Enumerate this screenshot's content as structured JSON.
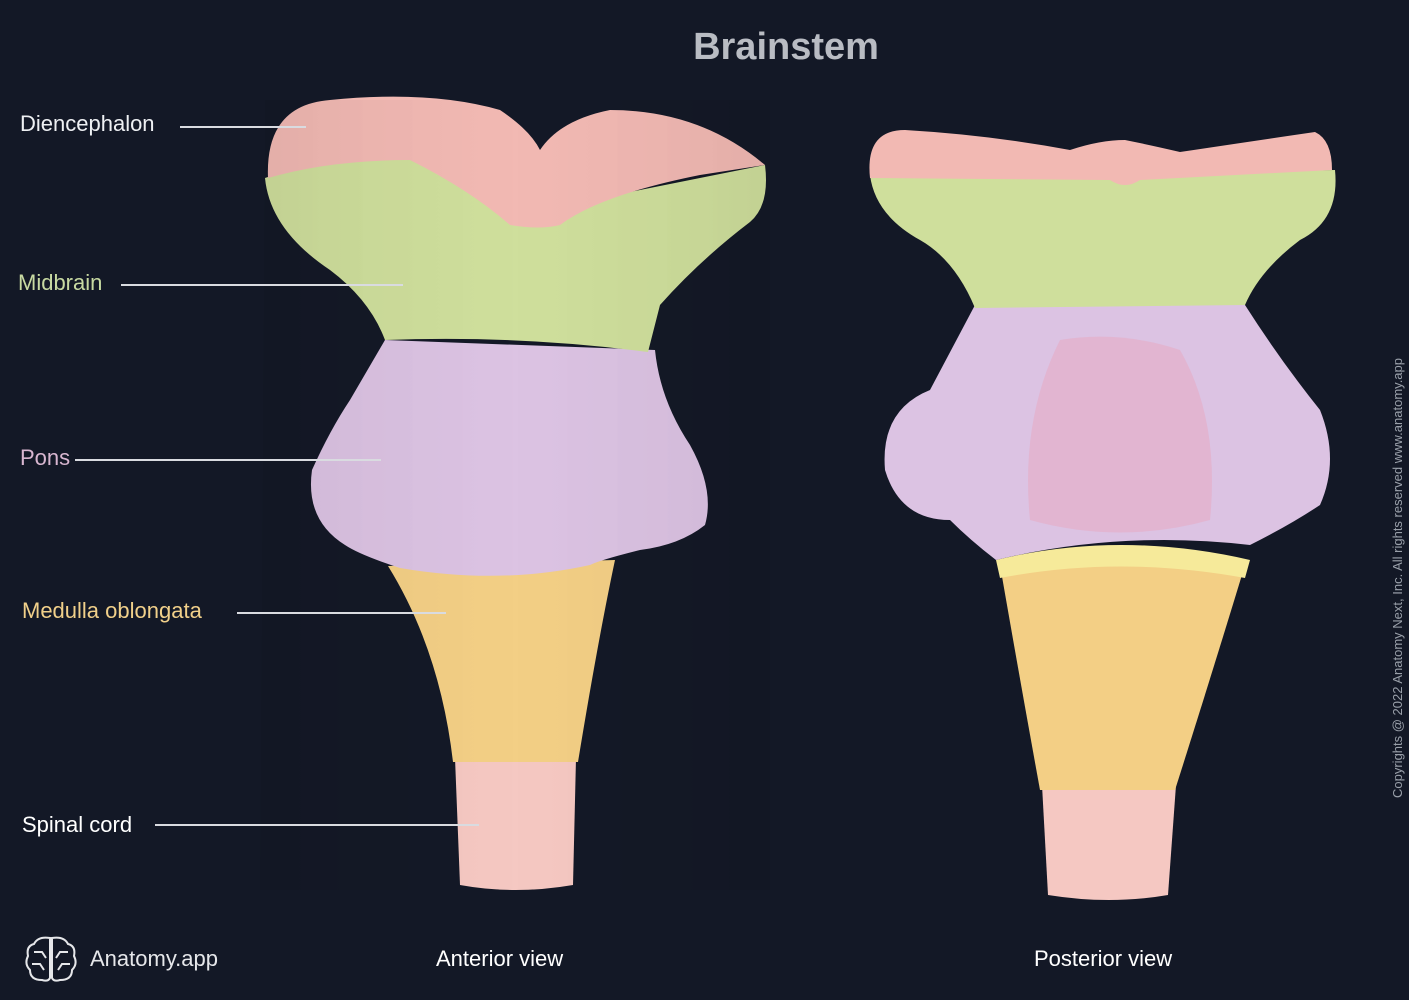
{
  "title": "Brainstem",
  "labels": [
    {
      "text": "Diencephalon",
      "color": "#eef0f3"
    },
    {
      "text": "Midbrain",
      "color": "#c8daa2"
    },
    {
      "text": "Pons",
      "color": "#d8b6d0"
    },
    {
      "text": "Medulla oblongata",
      "color": "#f1d08a"
    },
    {
      "text": "Spinal cord",
      "color": "#ffffff"
    }
  ],
  "views": {
    "anterior": "Anterior view",
    "posterior": "Posterior view"
  },
  "brand": {
    "name": "Anatomy.app",
    "icon": "brain-icon"
  },
  "copyright": "Copyrights @ 2022 Anatomy Next, Inc. All rights reserved www.anatomy.app",
  "region_colors": {
    "diencephalon": "#f2b9b3",
    "midbrain": "#cfdf9c",
    "pons": "#dcc3e3",
    "medulla": "#f3cf85",
    "spinal_cord": "#f5c8c2",
    "background": "#131826"
  }
}
